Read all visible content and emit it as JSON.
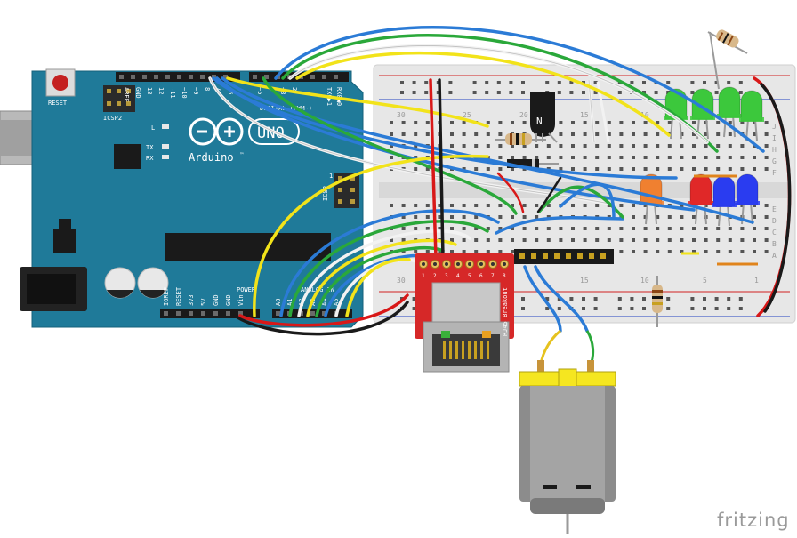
{
  "arduino": {
    "reset_label": "RESET",
    "icsp2_label": "ICSP2",
    "brand_name": "Arduino",
    "trademark": "™",
    "uno_label": "UNO",
    "l_label": "L",
    "tx_label": "TX",
    "rx_label": "RX",
    "icsp_label": "ICSP",
    "icsp_pin": "1",
    "power_label": "POWER",
    "analog_label": "ANALOG IN",
    "tx_pin_label": "TX0▶1",
    "rx_pin_label": "RX0◀0",
    "digital_label": "DIGITAL (PWM~)",
    "top_pin_labels": [
      "AREF",
      "GND",
      "13",
      "12",
      "~11",
      "~10",
      "~9",
      "8",
      "7",
      "~6",
      "~5",
      "4",
      "~3",
      "2"
    ],
    "bottom_pin_labels": [
      "IOREF",
      "RESET",
      "3V3",
      "5V",
      "GND",
      "GND",
      "Vin",
      "A0",
      "A1",
      "A2",
      "A3",
      "A4",
      "A5"
    ],
    "board_color": "#1f7a99"
  },
  "breadboard": {
    "column_numbers": [
      "30",
      "25",
      "20",
      "15",
      "10",
      "5",
      "1"
    ],
    "row_letters_top": [
      "J",
      "I",
      "H",
      "G",
      "F"
    ],
    "row_letters_bottom": [
      "E",
      "D",
      "C",
      "B",
      "A"
    ]
  },
  "transistor": {
    "label": "N"
  },
  "rj45": {
    "label": "RJ45 Breakout",
    "pin_labels": [
      "1",
      "2",
      "3",
      "4",
      "5",
      "6",
      "7",
      "8"
    ],
    "board_color": "#d62828"
  },
  "leds": [
    {
      "color": "#3cc83c",
      "name": "green"
    },
    {
      "color": "#3cc83c",
      "name": "green"
    },
    {
      "color": "#3cc83c",
      "name": "green"
    },
    {
      "color": "#f08030",
      "name": "orange"
    },
    {
      "color": "#e02828",
      "name": "red"
    },
    {
      "color": "#2a3cf0",
      "name": "blue"
    },
    {
      "color": "#2a3cf0",
      "name": "blue"
    }
  ],
  "wire_colors": {
    "blue": "#2b7bd6",
    "green": "#2aa83a",
    "white": "#f2f2f2",
    "yellow": "#f2e31a",
    "red": "#d81818",
    "black": "#1a1a1a",
    "orange": "#e0841c"
  },
  "watermark": "fritzing"
}
